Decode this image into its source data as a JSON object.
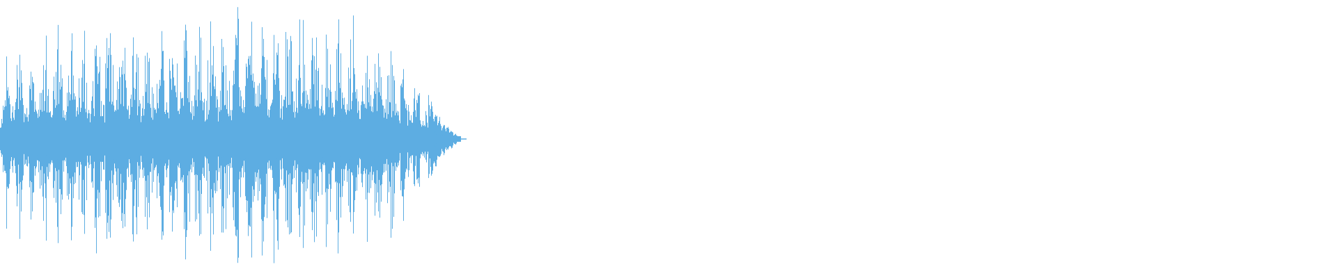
{
  "waveform": {
    "color": "#5dade2",
    "background": "#ffffff",
    "end_fraction": 0.345,
    "envelope": [
      {
        "t": 0.0,
        "amp": 0.35
      },
      {
        "t": 0.005,
        "amp": 0.65
      },
      {
        "t": 0.02,
        "amp": 0.72
      },
      {
        "t": 0.06,
        "amp": 0.78
      },
      {
        "t": 0.1,
        "amp": 0.82
      },
      {
        "t": 0.16,
        "amp": 0.85
      },
      {
        "t": 0.2,
        "amp": 0.92
      },
      {
        "t": 0.24,
        "amp": 0.9
      },
      {
        "t": 0.28,
        "amp": 0.78
      },
      {
        "t": 0.3,
        "amp": 0.62
      },
      {
        "t": 0.32,
        "amp": 0.32
      },
      {
        "t": 0.33,
        "amp": 0.12
      },
      {
        "t": 0.338,
        "amp": 0.06
      },
      {
        "t": 0.345,
        "amp": 0.0
      }
    ],
    "syllable_rate": 36
  }
}
